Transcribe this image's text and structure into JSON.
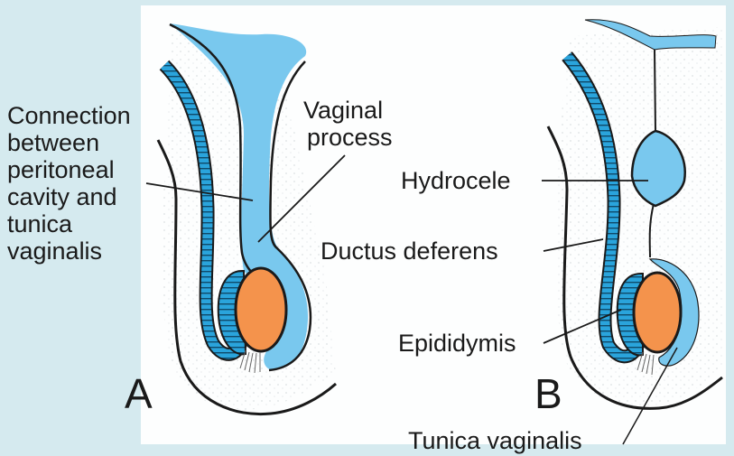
{
  "figure": {
    "colors": {
      "background": "#d5eaef",
      "panel": "#fdfefe",
      "cavity_blue": "#79c8ee",
      "ductus_blue": "#2aa4dc",
      "testis_orange": "#f4934c",
      "outline": "#1a1a1a"
    },
    "panel_a": {
      "letter": "A",
      "labels": {
        "connection": [
          "Connection",
          "between",
          "peritoneal",
          "cavity and",
          "tunica",
          "vaginalis"
        ],
        "vaginal_process": [
          "Vaginal",
          "process"
        ]
      }
    },
    "panel_b": {
      "letter": "B",
      "labels": {
        "hydrocele": "Hydrocele",
        "ductus_deferens": "Ductus deferens",
        "epididymis": "Epididymis",
        "tunica_vaginalis": "Tunica vaginalis"
      }
    }
  }
}
